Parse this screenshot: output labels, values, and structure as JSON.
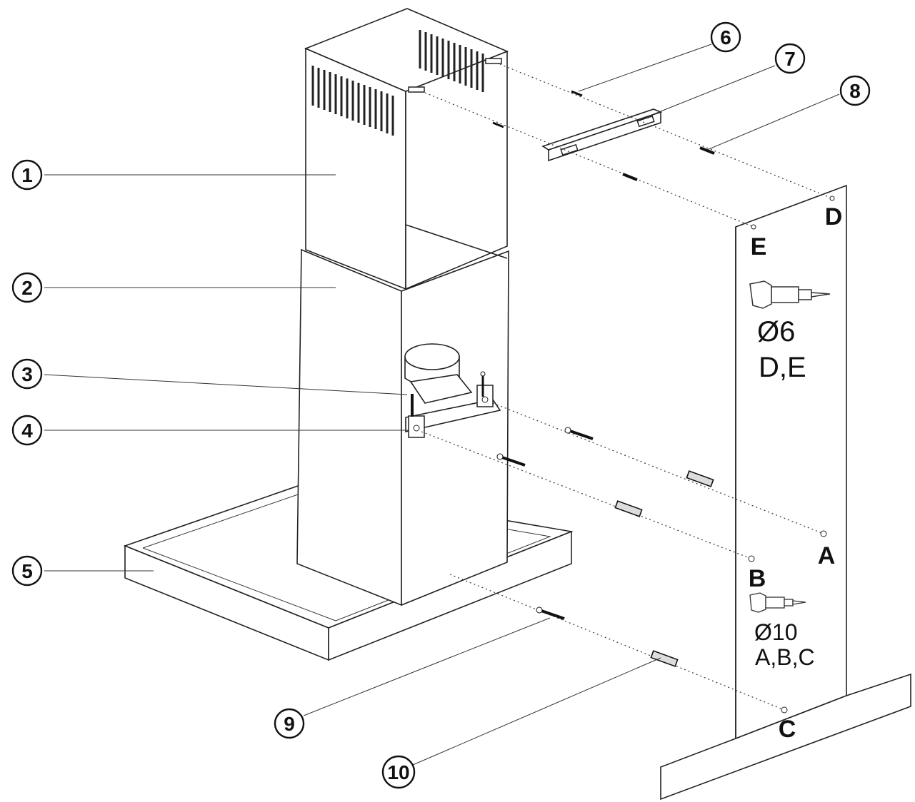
{
  "callouts": [
    {
      "id": "1",
      "label": "1"
    },
    {
      "id": "2",
      "label": "2"
    },
    {
      "id": "3",
      "label": "3"
    },
    {
      "id": "4",
      "label": "4"
    },
    {
      "id": "5",
      "label": "5"
    },
    {
      "id": "6",
      "label": "6"
    },
    {
      "id": "7",
      "label": "7"
    },
    {
      "id": "8",
      "label": "8"
    },
    {
      "id": "9",
      "label": "9"
    },
    {
      "id": "10",
      "label": "10"
    }
  ],
  "wall_points": {
    "A": "A",
    "B": "B",
    "C": "C",
    "D": "D",
    "E": "E"
  },
  "drill_upper": {
    "diameter": "Ø6",
    "holes": "D,E",
    "icon": "drill-icon"
  },
  "drill_lower": {
    "diameter": "Ø10",
    "holes": "A,B,C",
    "icon": "drill-icon"
  }
}
